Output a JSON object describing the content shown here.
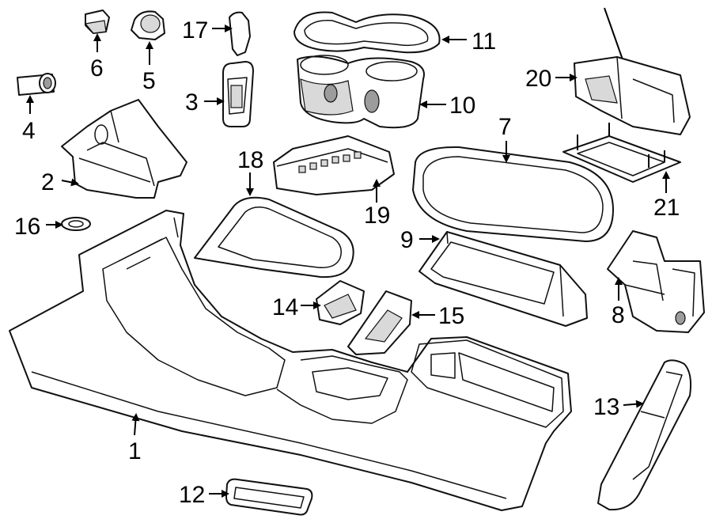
{
  "diagram": {
    "background": "#ffffff",
    "line_color": "#111111",
    "callouts": [
      {
        "id": "p1",
        "label": "1"
      },
      {
        "id": "p2",
        "label": "2"
      },
      {
        "id": "p3",
        "label": "3"
      },
      {
        "id": "p4",
        "label": "4"
      },
      {
        "id": "p5",
        "label": "5"
      },
      {
        "id": "p6",
        "label": "6"
      },
      {
        "id": "p7",
        "label": "7"
      },
      {
        "id": "p8",
        "label": "8"
      },
      {
        "id": "p9",
        "label": "9"
      },
      {
        "id": "p10",
        "label": "10"
      },
      {
        "id": "p11",
        "label": "11"
      },
      {
        "id": "p12",
        "label": "12"
      },
      {
        "id": "p13",
        "label": "13"
      },
      {
        "id": "p14",
        "label": "14"
      },
      {
        "id": "p15",
        "label": "15"
      },
      {
        "id": "p16",
        "label": "16"
      },
      {
        "id": "p17",
        "label": "17"
      },
      {
        "id": "p18",
        "label": "18"
      },
      {
        "id": "p19",
        "label": "19"
      },
      {
        "id": "p20",
        "label": "20"
      },
      {
        "id": "p21",
        "label": "21"
      }
    ]
  }
}
